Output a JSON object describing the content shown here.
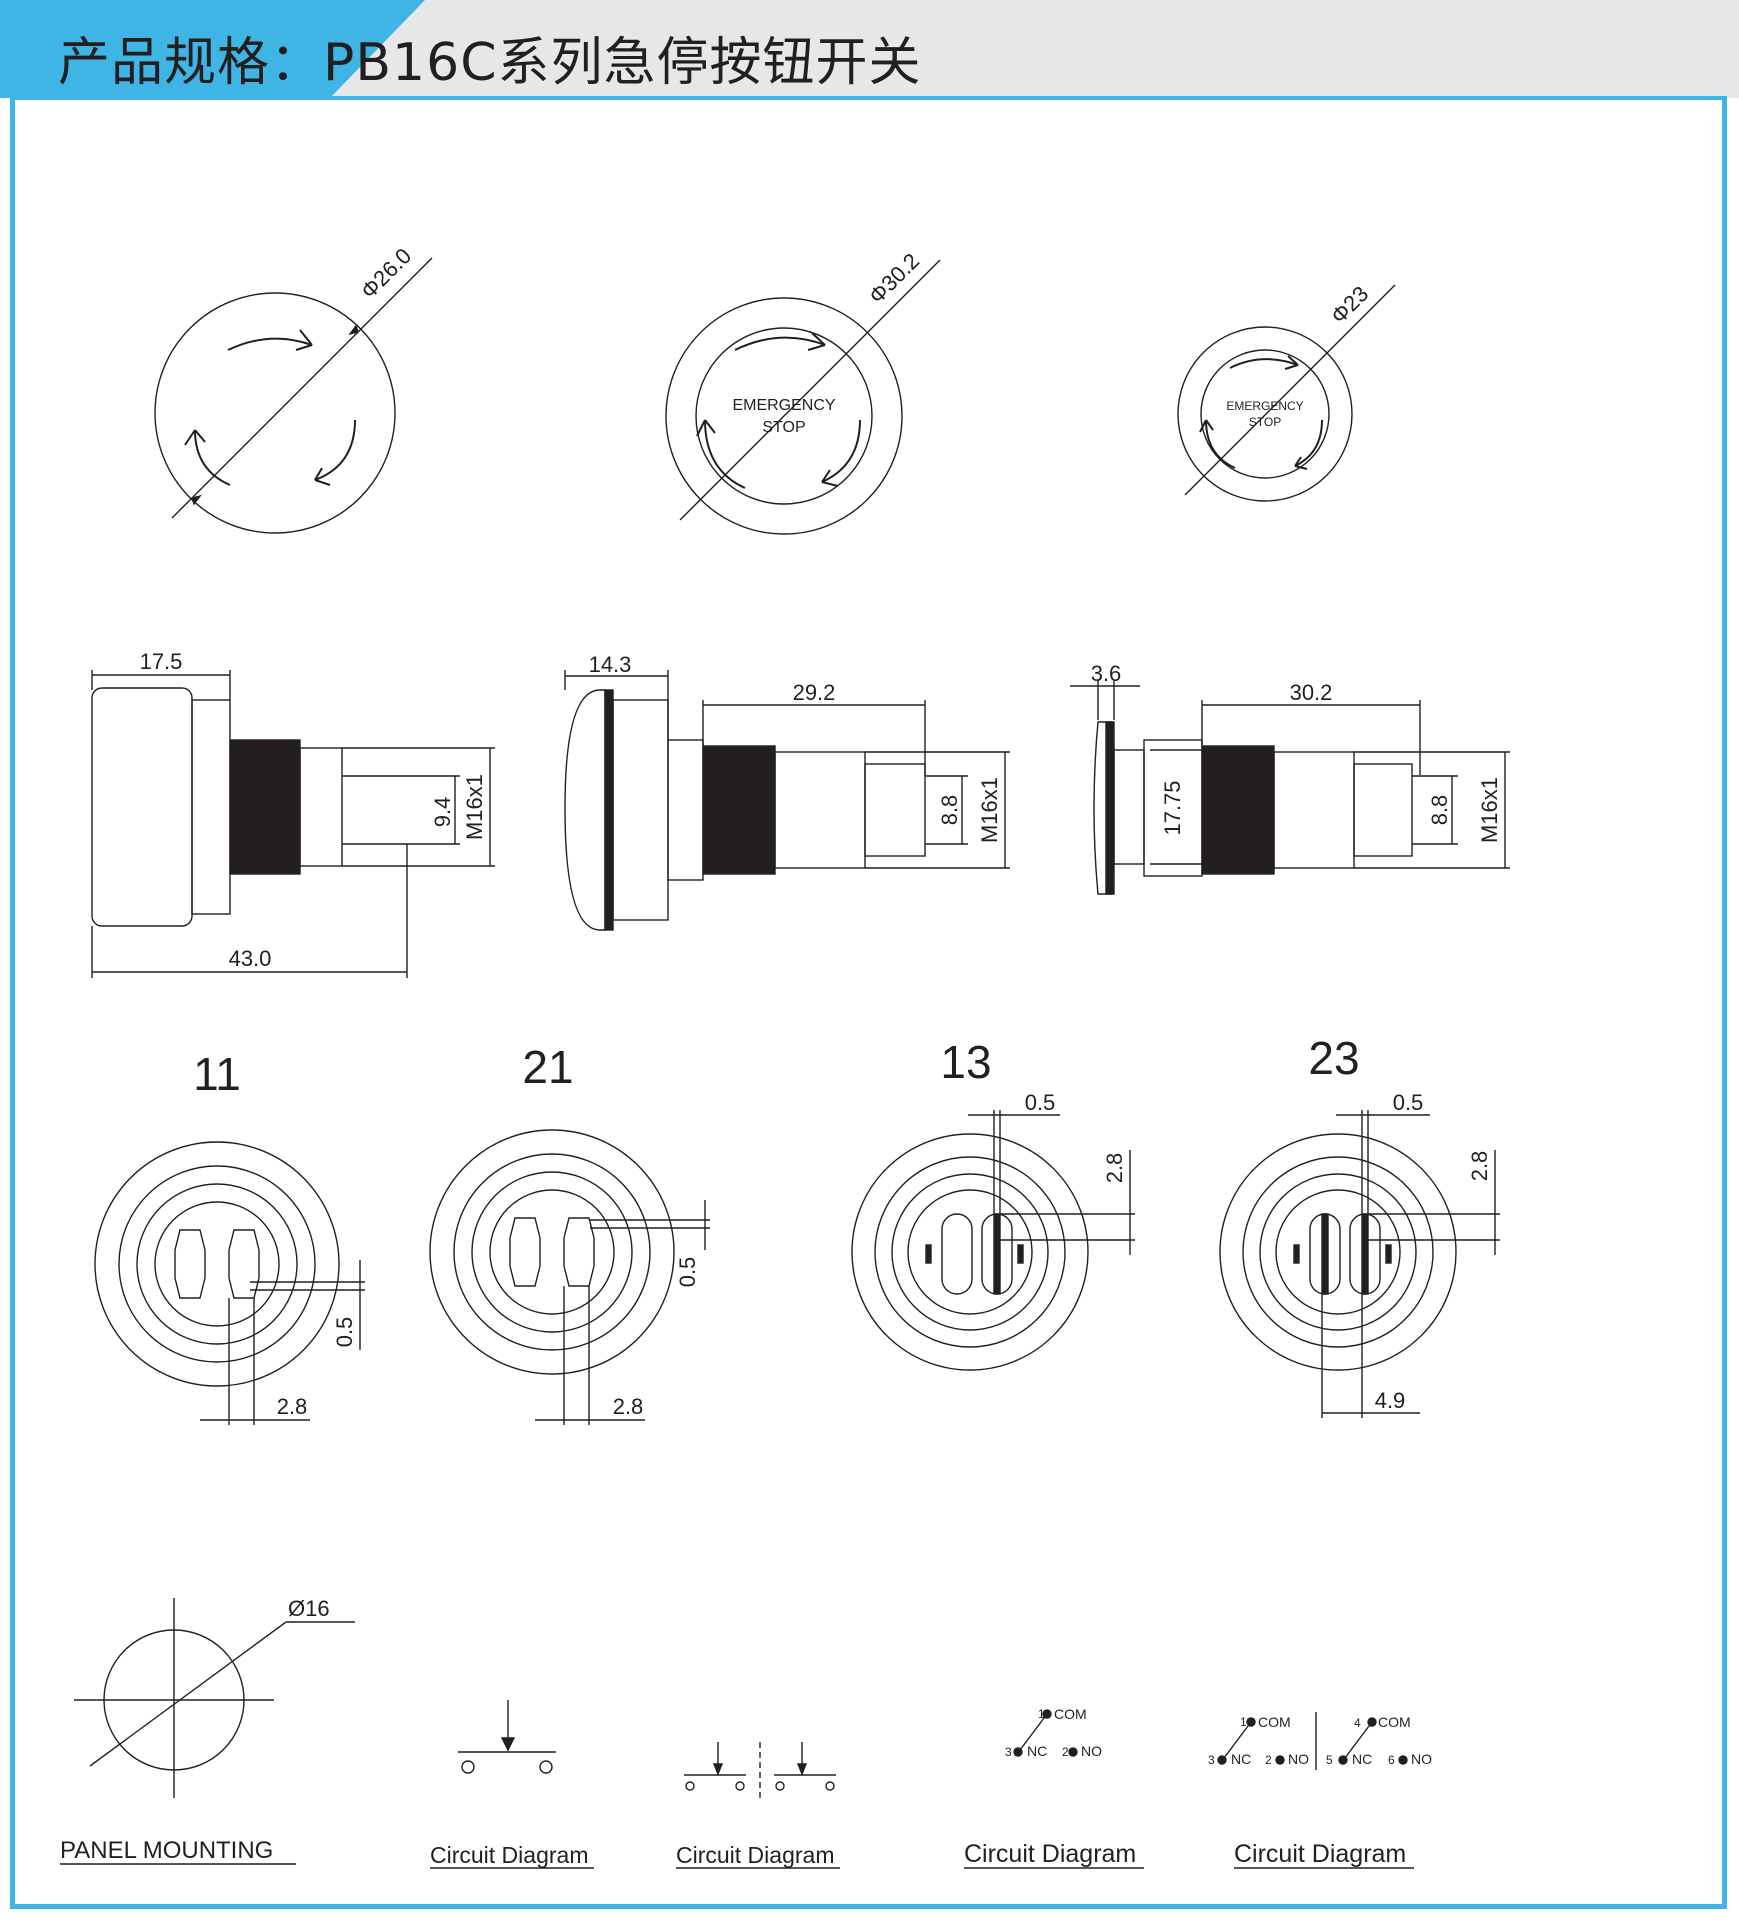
{
  "header": {
    "title": "产品规格：PB16C系列急停按钮开关",
    "accent_color": "#3fb5e5"
  },
  "top_views": {
    "mushroom_diameter": "Φ26.0",
    "emergency_diameter": "Φ30.2",
    "small_diameter": "Φ23",
    "emergency_text_line1": "EMERGENCY",
    "emergency_text_line2": "STOP"
  },
  "side_views": {
    "head_depth_1": "17.5",
    "overall_length": "43.0",
    "pin_spacing_1": "9.4",
    "thread_1": "M16x1",
    "head_depth_2": "14.3",
    "body_length_2": "29.2",
    "pin_spacing_2": "8.8",
    "thread_2": "M16x1",
    "head_depth_3": "3.6",
    "body_length_3": "30.2",
    "bezel_height_3": "17.75",
    "pin_spacing_3": "8.8",
    "thread_3": "M16x1"
  },
  "bottom_views": {
    "view_11": "11",
    "view_21": "21",
    "view_13": "13",
    "view_23": "23",
    "v11_gap": "0.5",
    "v11_width": "2.8",
    "v21_gap": "0.5",
    "v21_width": "2.8",
    "v13_gap": "0.5",
    "v13_height": "2.8",
    "v23_gap": "0.5",
    "v23_height": "2.8",
    "v23_spacing": "4.9"
  },
  "panel": {
    "hole_diameter": "Ø16",
    "label": "PANEL MOUNTING"
  },
  "circuits": {
    "caption_1": "Circuit Diagram",
    "caption_2": "Circuit Diagram",
    "caption_3": "Circuit Diagram",
    "caption_4": "Circuit Diagram",
    "c3_t1": "1",
    "c3_com": "COM",
    "c3_t3": "3",
    "c3_nc": "NC",
    "c3_t2": "2",
    "c3_no": "NO",
    "c4_t1": "1",
    "c4_com1": "COM",
    "c4_t3": "3",
    "c4_nc1": "NC",
    "c4_t2": "2",
    "c4_no1": "NO",
    "c4_t4": "4",
    "c4_com2": "COM",
    "c4_t5": "5",
    "c4_nc2": "NC",
    "c4_t6": "6",
    "c4_no2": "NO"
  }
}
